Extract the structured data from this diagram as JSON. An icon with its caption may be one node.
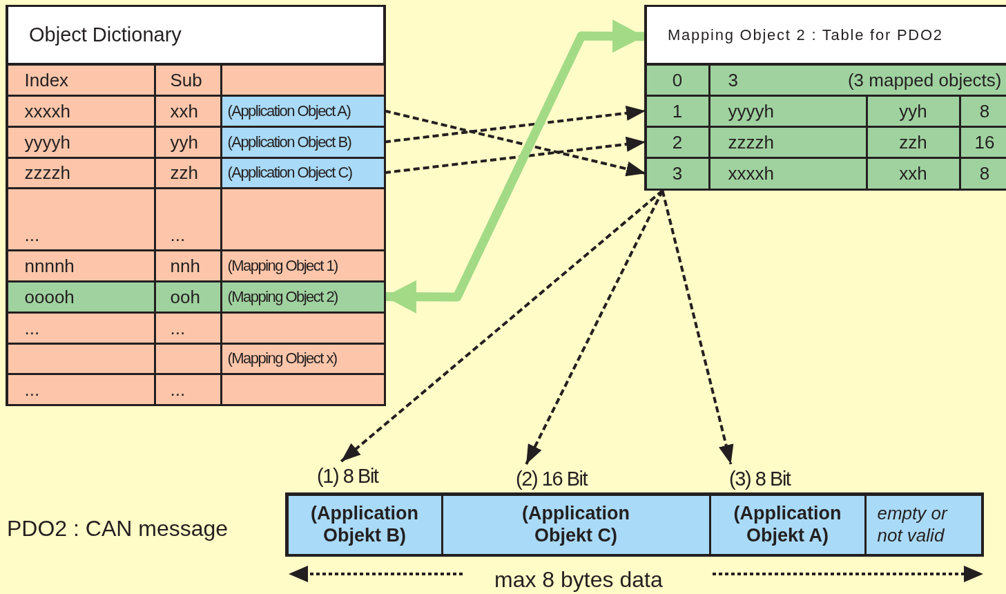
{
  "diagram": {
    "nodes": [
      {
        "text": [
          "Object Dictionary"
        ]
      },
      {
        "text": [
          "Index"
        ],
        "in": 0
      },
      {
        "text": [
          "Sub"
        ],
        "in": 0
      },
      {
        "text": [],
        "shape": "box",
        "in": 0
      },
      {
        "text": [
          "xxxxh"
        ],
        "in": 0
      },
      {
        "text": [
          "xxh"
        ],
        "in": 0
      },
      {
        "text": [
          "(Application Object A)"
        ],
        "in": 0
      },
      {
        "text": [
          "yyyyh"
        ],
        "in": 0
      },
      {
        "text": [
          "yyh"
        ],
        "in": 0
      },
      {
        "text": [
          "(Application Object B)"
        ],
        "in": 0
      },
      {
        "text": [
          "zzzzh"
        ],
        "in": 0
      },
      {
        "text": [
          "zzh"
        ],
        "in": 0
      },
      {
        "text": [
          "(Application Object C)"
        ],
        "in": 0
      },
      {
        "text": [
          "..."
        ],
        "in": 0
      },
      {
        "text": [
          "..."
        ],
        "in": 0
      },
      {
        "text": [],
        "shape": "box",
        "in": 0
      },
      {
        "text": [
          "nnnnh"
        ],
        "in": 0
      },
      {
        "text": [
          "nnh"
        ],
        "in": 0
      },
      {
        "text": [
          "(Mapping Object 1)"
        ],
        "in": 0
      },
      {
        "text": [
          "ooooh"
        ],
        "in": 0
      },
      {
        "text": [
          "ooh"
        ],
        "in": 0
      },
      {
        "text": [
          "(Mapping Object 2)"
        ],
        "in": 0
      },
      {
        "text": [
          "..."
        ],
        "in": 0
      },
      {
        "text": [
          "..."
        ],
        "in": 0
      },
      {
        "text": [],
        "shape": "box",
        "in": 0
      },
      {
        "text": [],
        "shape": "box",
        "in": 0
      },
      {
        "text": [],
        "shape": "box",
        "in": 0
      },
      {
        "text": [
          "(Mapping Object x)"
        ],
        "in": 0
      },
      {
        "text": [
          "..."
        ],
        "in": 0
      },
      {
        "text": [
          "..."
        ],
        "in": 0
      },
      {
        "text": [],
        "shape": "box",
        "in": 0
      },
      {
        "text": [
          "Mapping Object 2 : Table for PDO2"
        ]
      },
      {
        "text": [
          "0"
        ],
        "in": 31
      },
      {
        "text": [
          "3",
          "(3 mapped objects)"
        ],
        "in": 31
      },
      {
        "text": [
          "1"
        ],
        "in": 31
      },
      {
        "text": [
          "yyyyh"
        ],
        "in": 31
      },
      {
        "text": [
          "yyh"
        ],
        "in": 31
      },
      {
        "text": [
          "8"
        ],
        "in": 31
      },
      {
        "text": [
          "2"
        ],
        "in": 31
      },
      {
        "text": [
          "zzzzh"
        ],
        "in": 31
      },
      {
        "text": [
          "zzh"
        ],
        "in": 31
      },
      {
        "text": [
          "16"
        ],
        "in": 31
      },
      {
        "text": [
          "3"
        ],
        "in": 31
      },
      {
        "text": [
          "xxxxh"
        ],
        "in": 31
      },
      {
        "text": [
          "xxh"
        ],
        "in": 31
      },
      {
        "text": [
          "8"
        ],
        "in": 31
      },
      {
        "text": [
          "(1) 8 Bit"
        ]
      },
      {
        "text": [
          "(2) 16 Bit"
        ]
      },
      {
        "text": [
          "(3) 8 Bit"
        ]
      },
      {
        "text": [
          "(Application Objekt B)"
        ]
      },
      {
        "text": [
          "(Application Objekt C)"
        ]
      },
      {
        "text": [
          "(Application Objekt A)"
        ]
      },
      {
        "text": [
          "empty or not valid"
        ]
      }
    ],
    "edges": [
      {
        "from": 6,
        "to": 42,
        "arrow": "to",
        "style": "dashed"
      },
      {
        "from": 9,
        "to": 34,
        "arrow": "to",
        "style": "dashed"
      },
      {
        "from": 12,
        "to": 38,
        "arrow": "to",
        "style": "dashed"
      },
      {
        "from": 21,
        "to": 31,
        "arrow": "both",
        "style": "thick",
        "color": "#a3da86"
      },
      {
        "from": 31,
        "to": 46,
        "arrow": "to",
        "style": "dashed"
      },
      {
        "from": 31,
        "to": 47,
        "arrow": "to",
        "style": "dashed"
      },
      {
        "from": 31,
        "to": 48,
        "arrow": "to",
        "style": "dashed"
      }
    ],
    "labels": [
      "PDO2 : CAN message",
      "max 8 bytes data"
    ]
  }
}
